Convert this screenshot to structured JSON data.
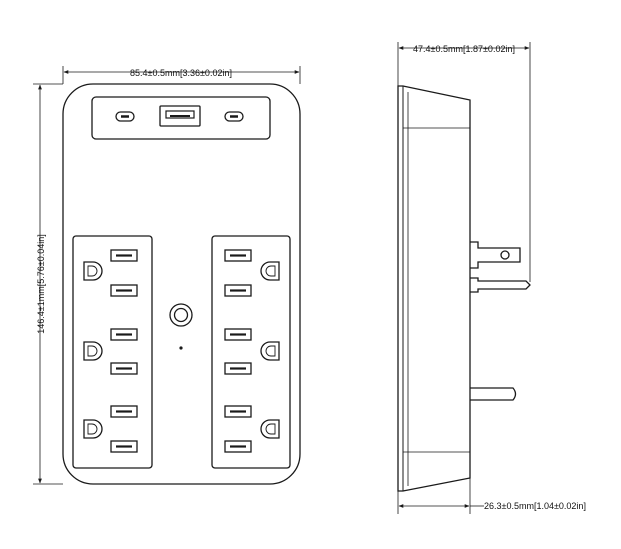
{
  "dimensions": {
    "front_width": "85.4±0.5mm[3.36±0.02in]",
    "front_height": "146.4±1mm[5.76±0.04in]",
    "side_depth_total": "47.4±0.5mm[1.87±0.02in]",
    "side_depth_body": "26.3±0.5mm[1.04±0.02in]"
  },
  "counts": {
    "usb_c_ports": 2,
    "usb_a_ports": 1,
    "ac_outlets": 6
  },
  "colors": {
    "line": "#1a1a1a",
    "device_fill": "#ffffff"
  }
}
